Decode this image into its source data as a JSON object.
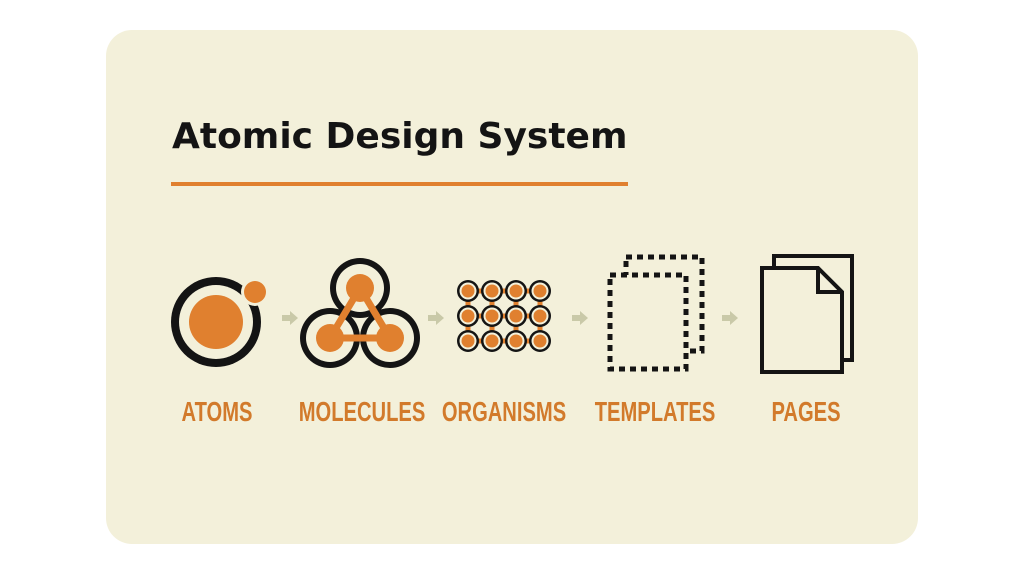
{
  "title": "Atomic Design System",
  "colors": {
    "background": "#f3f0da",
    "accent": "#e0802f",
    "dark": "#141414",
    "label": "#d27a2b",
    "arrow": "#c9c9a8"
  },
  "stages": [
    {
      "label": "ATOMS",
      "icon": "atom-icon"
    },
    {
      "label": "MOLECULES",
      "icon": "molecule-icon"
    },
    {
      "label": "ORGANISMS",
      "icon": "organism-grid-icon"
    },
    {
      "label": "TEMPLATES",
      "icon": "template-dotted-page-icon"
    },
    {
      "label": "PAGES",
      "icon": "pages-document-icon"
    }
  ]
}
